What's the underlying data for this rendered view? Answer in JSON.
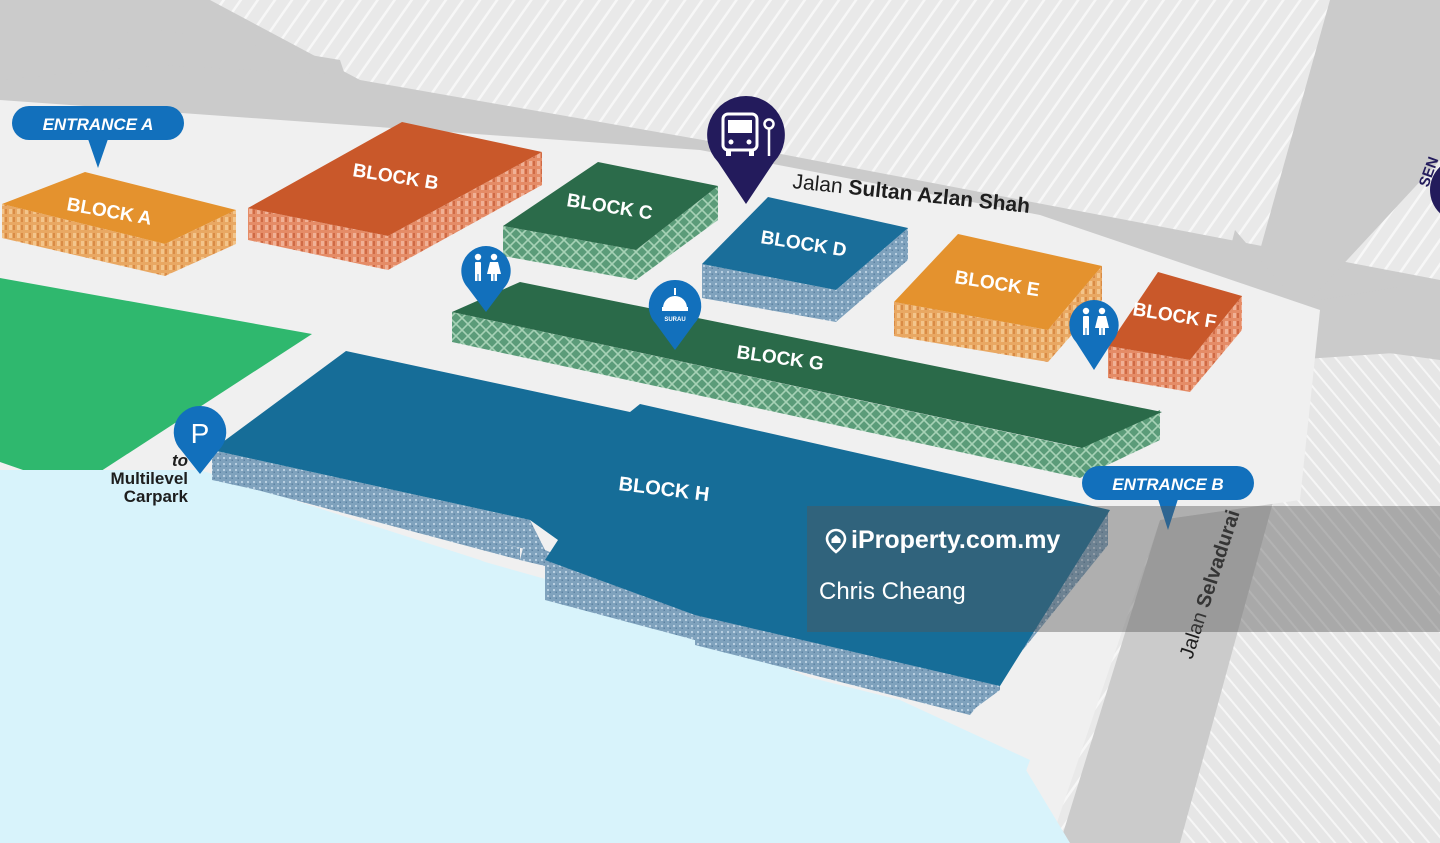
{
  "map": {
    "blocks": [
      {
        "id": "a",
        "label": "BLOCK A",
        "color": "#e4922e"
      },
      {
        "id": "b",
        "label": "BLOCK B",
        "color": "#c9582a"
      },
      {
        "id": "c",
        "label": "BLOCK C",
        "color": "#2b6b4a"
      },
      {
        "id": "d",
        "label": "BLOCK D",
        "color": "#1a6e9a"
      },
      {
        "id": "e",
        "label": "BLOCK E",
        "color": "#e4922e"
      },
      {
        "id": "f",
        "label": "BLOCK F",
        "color": "#c9582a"
      },
      {
        "id": "g",
        "label": "BLOCK G",
        "color": "#2b6b4a"
      },
      {
        "id": "h",
        "label": "BLOCK H",
        "color": "#166d98"
      }
    ],
    "entrances": [
      {
        "id": "a",
        "label": "ENTRANCE A"
      },
      {
        "id": "b",
        "label": "ENTRANCE B"
      }
    ],
    "roads": {
      "sultan_prefix": "Jalan",
      "sultan_name": "Sultan Azlan Shah",
      "selvadurai_prefix": "Jalan",
      "selvadurai_name": "Selvadurai",
      "edge_fragment": "SEN"
    },
    "carpark": {
      "symbol": "P",
      "line1": "to",
      "line2": "Multilevel",
      "line3": "Carpark"
    },
    "surau_label": "SURAU",
    "icons": [
      "bus-stop-icon",
      "restroom-icon",
      "surau-icon",
      "parking-icon"
    ],
    "colors": {
      "marker_blue": "#1270bc",
      "bus_marker": "#231b5c",
      "green_zone": "#2fb86e",
      "water": "#d8f3fb",
      "road": "#c9c9c9",
      "ground": "#f0f0f0"
    }
  },
  "watermark": {
    "brand": "iProperty.com.my",
    "agent": "Chris Cheang"
  }
}
